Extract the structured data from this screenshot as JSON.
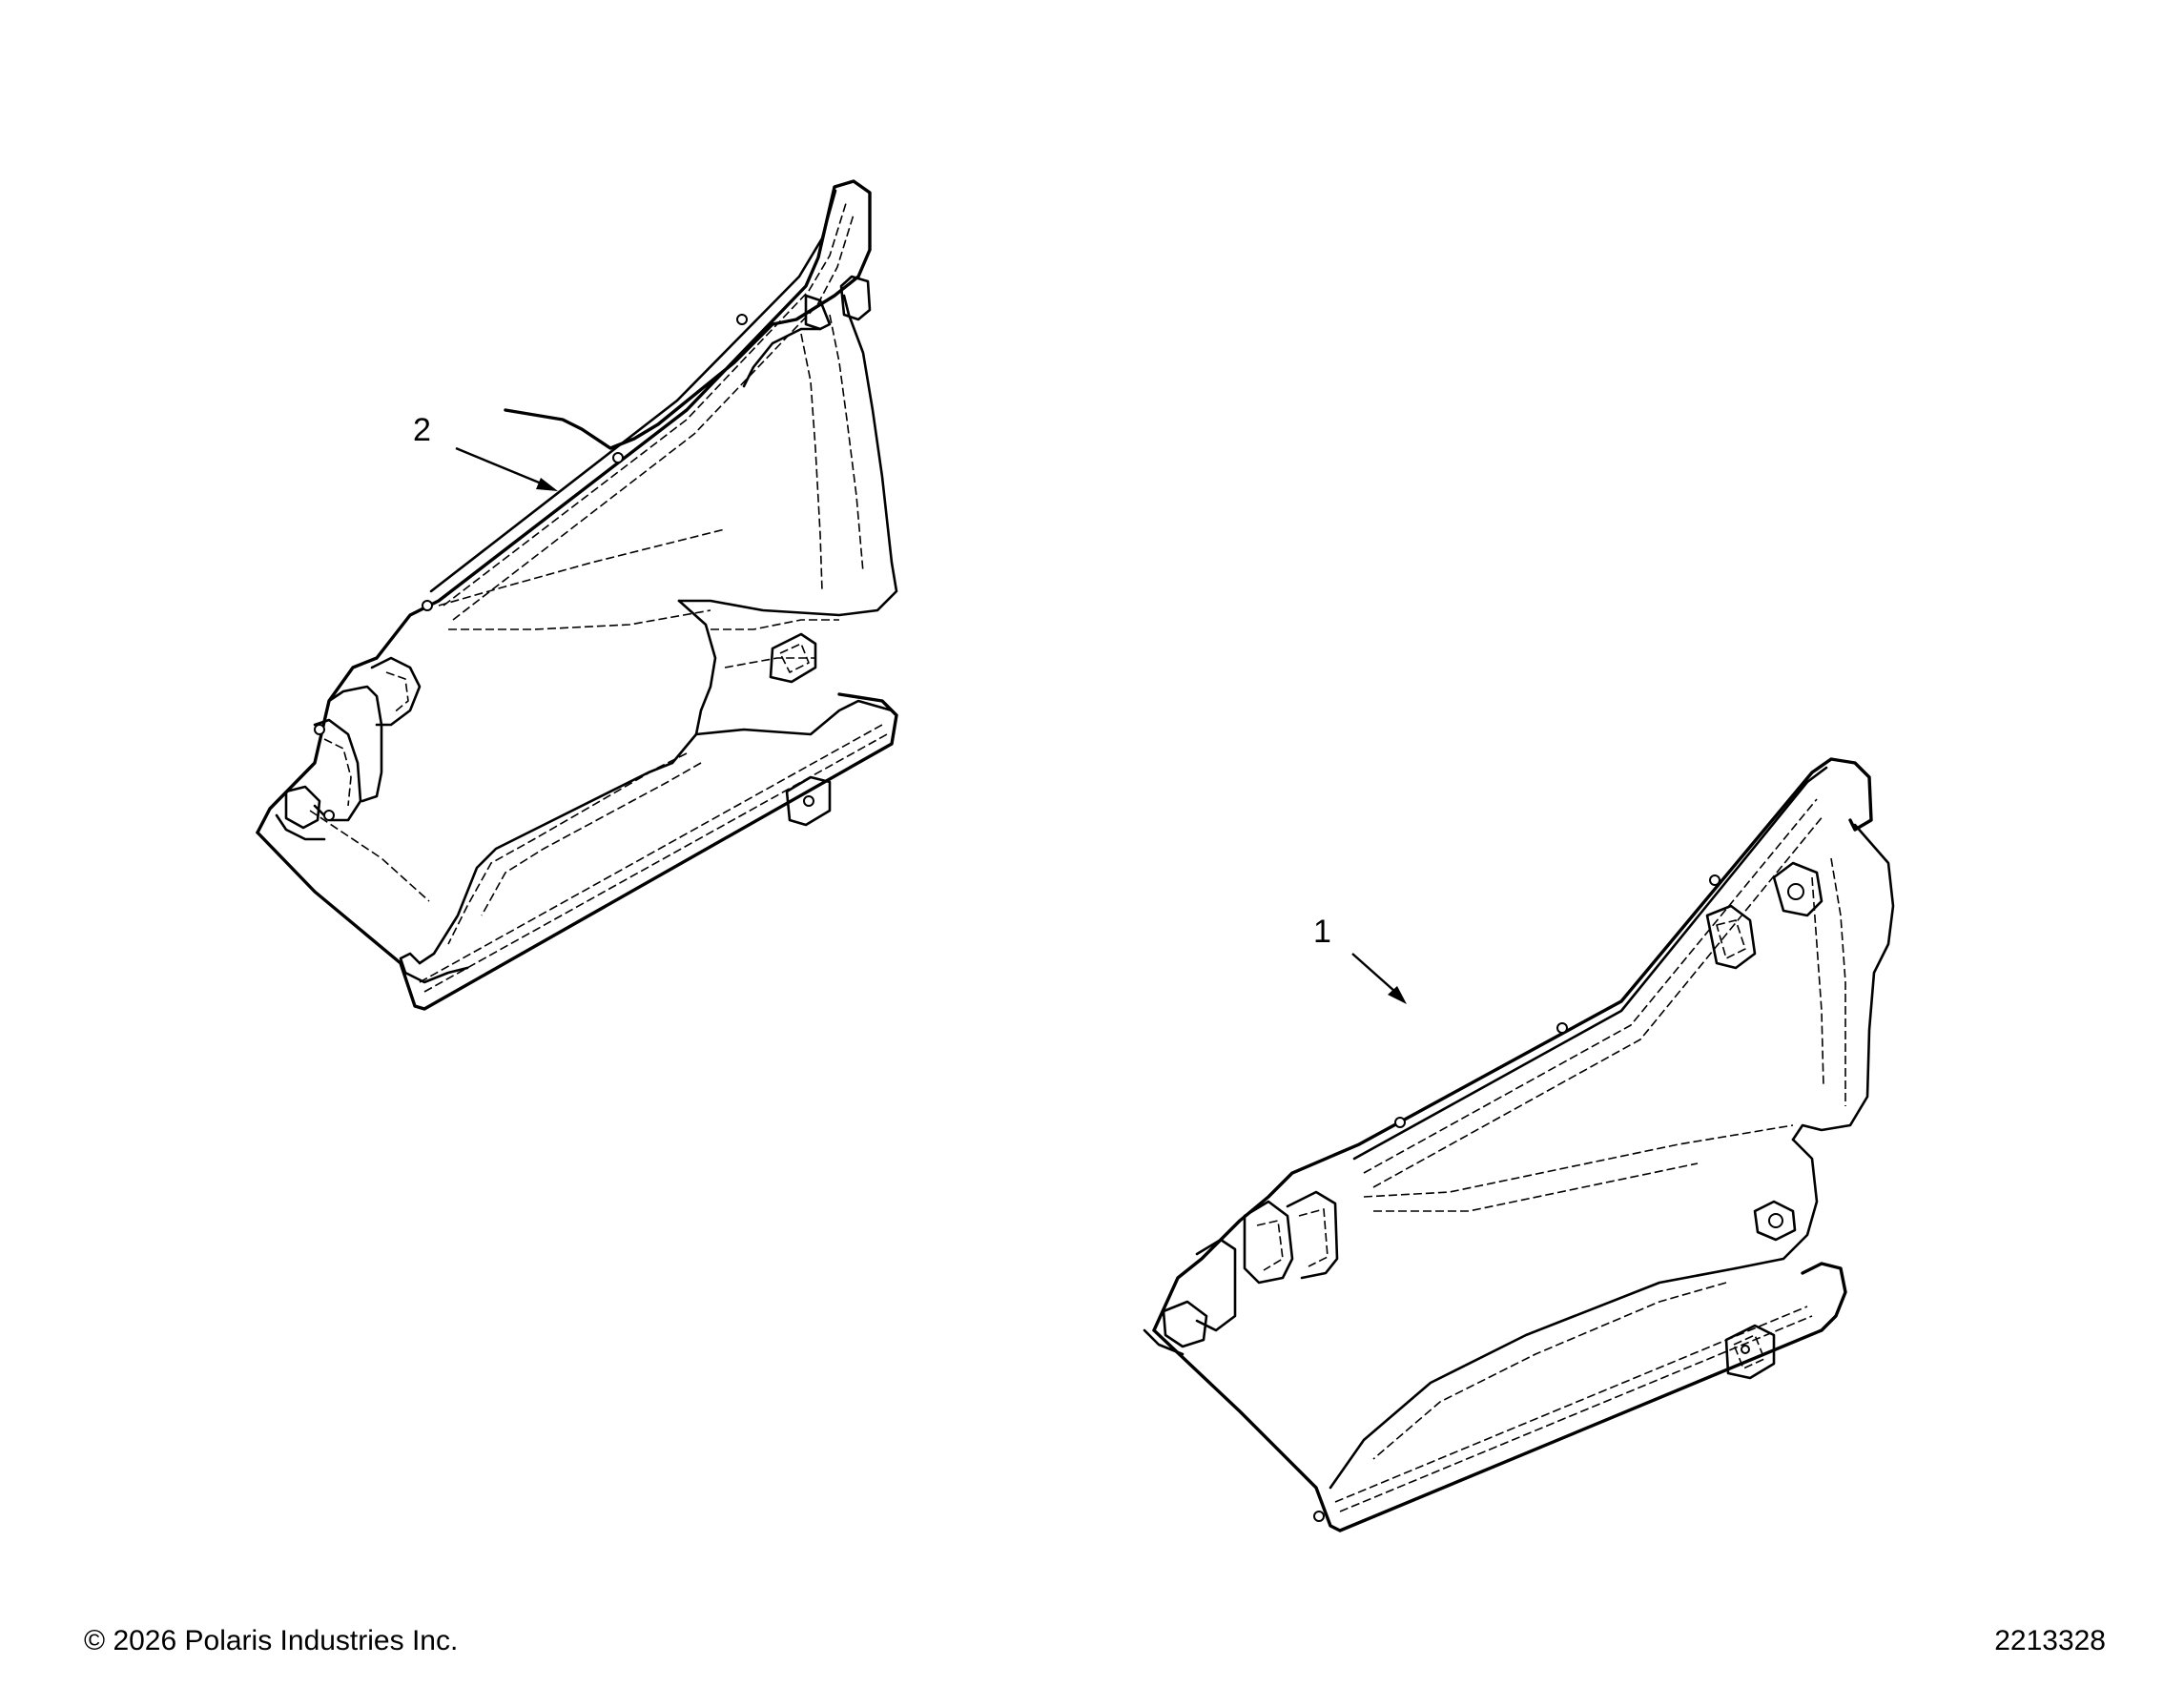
{
  "callouts": [
    {
      "label": "2"
    },
    {
      "label": "1"
    }
  ],
  "footer": {
    "copyright": "© 2026 Polaris Industries Inc.",
    "drawing_number": "2213328"
  }
}
